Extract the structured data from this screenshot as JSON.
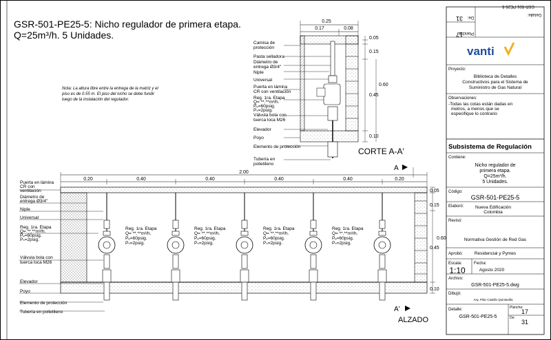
{
  "title": {
    "line1": "GSR-501-PE25-5: Nicho regulador de primera etapa.",
    "line2": "Q=25m³/h. 5 Unidades."
  },
  "note": {
    "line1": "Nota: La altura libre entre la entrega de la matriz y el",
    "line2": "piso es de 0.55 m. El piso del nicho se debe fundir",
    "line3": "luego de la instalación del regulador."
  },
  "section": {
    "title": "CORTE A-A'",
    "dims_top": {
      "total": "0.25",
      "left": "0.17",
      "right": "0.08"
    },
    "dims_right": {
      "d1": "0.05",
      "d2": "0.15",
      "d3": "0.60",
      "d4": "0.45",
      "d5": "0.10"
    },
    "labels": {
      "camisa": [
        "Camisa de",
        "protección"
      ],
      "pasta": "Pasta selladora",
      "diametro": [
        "Diámetro de",
        "entrega Ø3/4\""
      ],
      "niple": "Niple",
      "universal": "Universal",
      "puerta": [
        "Puerta en lámina",
        "CR con ventilación"
      ],
      "reg": [
        "Reg. 1ra. Etapa",
        "Q= **.**m³/h.",
        "Pₑ=60psig.",
        "Pₛ=2psig."
      ],
      "valvula": [
        "Válvula bola con",
        "tuerca loca M26"
      ],
      "elevador": "Elevador",
      "poyo": "Poyo",
      "elemento": "Elemento de protección",
      "tuberia": [
        "Tubería en",
        "polietileno"
      ]
    }
  },
  "elevation": {
    "title": "ALZADO",
    "cut_mark_top": "A",
    "cut_mark_bottom": "A'",
    "overall": "2.00",
    "spans": [
      "0.20",
      "0.40",
      "0.40",
      "0.40",
      "0.40",
      "0.20"
    ],
    "dims_right": {
      "d1": "0.05",
      "d2": "0.15",
      "d3": "0.45",
      "d4": "0.60",
      "d5": "0.10"
    },
    "left_labels": {
      "puerta": [
        "Puerta en lámina",
        "CR con",
        "ventilación"
      ],
      "diametro": [
        "Diámetro de",
        "entrega Ø3/4\""
      ],
      "niple": "Niple",
      "universal": "Universal",
      "reg": [
        "Reg. 1ra. Etapa",
        "Q= **.**m³/h.",
        "Pₑ=60psig.",
        "Pₛ=2psig."
      ],
      "valvula": [
        "Válvula bola con",
        "tuerca loca M26"
      ],
      "elevador": "Elevador",
      "poyo": "Poyo",
      "elemento": "Elemento de protección",
      "tuberia": "Tubería en polietileno"
    },
    "reg_label": [
      "Reg. 1ra. Etapa",
      "Q= **.**m³/h.",
      "Pₑ=60psig.",
      "Pₛ=2psig."
    ]
  },
  "titleblock": {
    "rotated_detail_label": "Detalle:",
    "rotated_plancha_label": "Plancha:",
    "rotated_de_label": "De:",
    "rotated_code": "GSR-501-PE25-5",
    "rotated_plancha": "17",
    "rotated_de": "31",
    "logo": "vanti",
    "proyecto_label": "Proyecto:",
    "proyecto": [
      "Biblioteca de Detalles",
      "Constructivos para el Sistema de",
      "Suministro de Gas Natural"
    ],
    "observaciones_label": "Observaciones:",
    "observaciones": [
      "-Todas las cotas están dadas en",
      "metros, a menos que se",
      "especifique lo contrario"
    ],
    "subsistema": "Subsistema de Regulación",
    "contiene_label": "Contiene:",
    "contiene": [
      "Nicho regulador de",
      "primera etapa.",
      "Q=25m³/h.",
      "5 Unidades."
    ],
    "codigo_label": "Código:",
    "codigo": "GSR-501-PE25-5",
    "elaboro_label": "Elaboró:",
    "elaboro": [
      "Nueva Edificación",
      "Colombia"
    ],
    "reviso_label": "Revisó:",
    "reviso": "Normativa Gestión de Red Gas",
    "aprobo_label": "Aprobó:",
    "aprobo": "Residencial y Pymes",
    "escala_label": "Escala:",
    "escala": "1:10",
    "fecha_label": "Fecha:",
    "fecha": "Agosto 2020",
    "archivo_label": "Archivo:",
    "archivo": "GSR-501-PE25-5.dwg",
    "dibujo_label": "Dibujó:",
    "dibujo": "Arq. Pilar Castillo Quintanilla",
    "detalle_label": "Detalle:",
    "detalle": "GSR-501-PE25-5",
    "plancha_label": "Plancha:",
    "plancha": "17",
    "de_label": "De:",
    "de": "31"
  },
  "colors": {
    "line": "#000000",
    "hatch": "#9a9a9a",
    "logo_blue": "#1c4c9c",
    "logo_check": "#f2b01e"
  }
}
